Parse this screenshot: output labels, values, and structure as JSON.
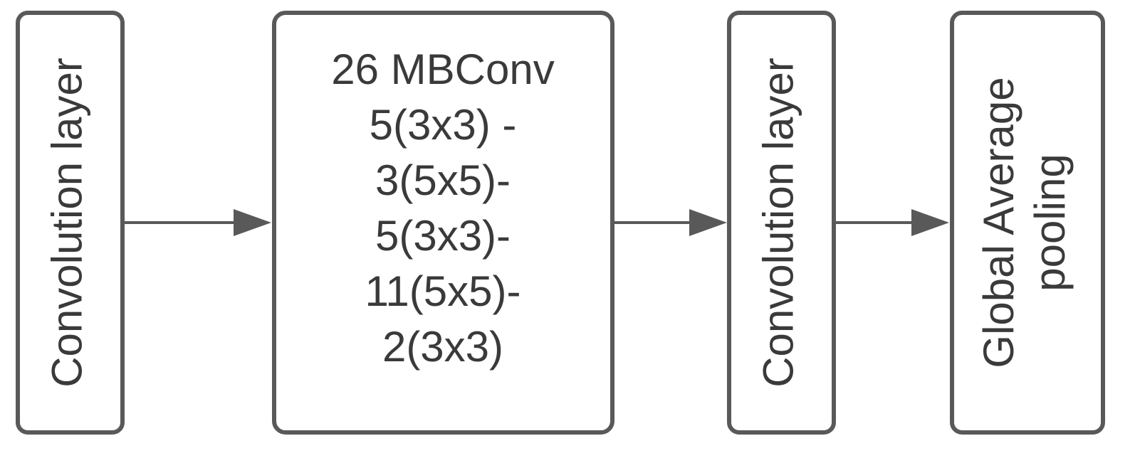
{
  "colors": {
    "box_stroke": "#595959",
    "text": "#3a3a3a",
    "arrow": "#595959",
    "background": "#ffffff"
  },
  "nodes": [
    {
      "id": "conv1",
      "lines": [
        "Convolution layer"
      ]
    },
    {
      "id": "mbconv",
      "lines": [
        "26 MBConv",
        "5(3x3) -",
        "3(5x5)-",
        "5(3x3)-",
        "11(5x5)-",
        "2(3x3)"
      ]
    },
    {
      "id": "conv2",
      "lines": [
        "Convolution layer"
      ]
    },
    {
      "id": "gap",
      "lines": [
        "Global Average",
        "pooling"
      ]
    }
  ],
  "edges": [
    {
      "from": "conv1",
      "to": "mbconv"
    },
    {
      "from": "mbconv",
      "to": "conv2"
    },
    {
      "from": "conv2",
      "to": "gap"
    }
  ]
}
